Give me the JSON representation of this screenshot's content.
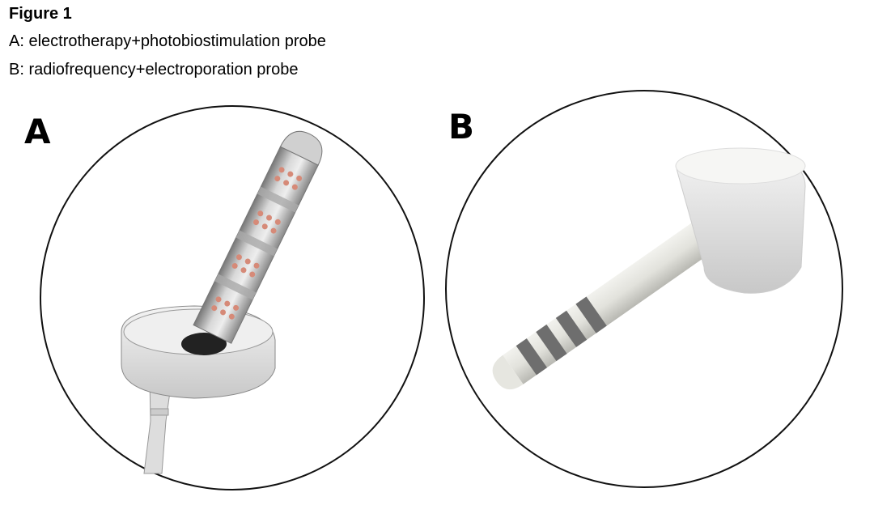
{
  "figure": {
    "title": "Figure 1",
    "captions": [
      "A: electrotherapy+photobiostimulation probe",
      "B: radiofrequency+electroporation probe"
    ],
    "panels": [
      {
        "label": "A"
      },
      {
        "label": "B"
      }
    ]
  }
}
